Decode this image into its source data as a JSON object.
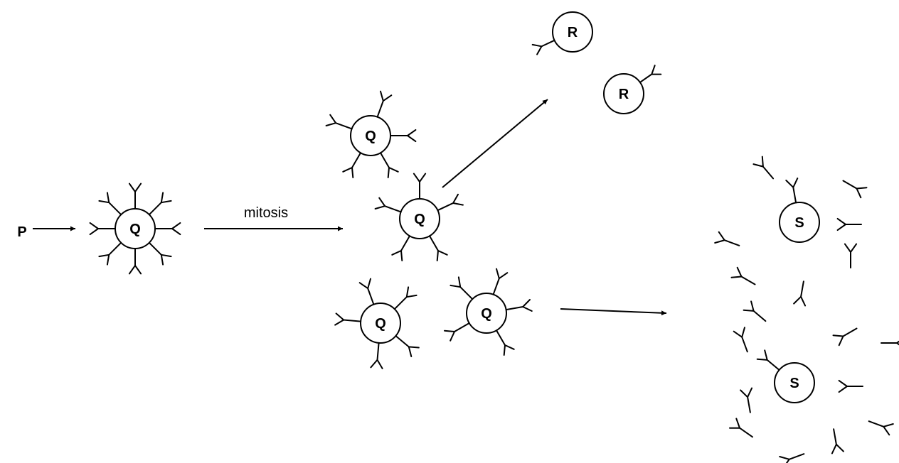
{
  "labels": {
    "p": "P",
    "mitosis": "mitosis",
    "q": "Q",
    "r": "R",
    "s": "S"
  },
  "colors": {
    "stroke": "#000000",
    "background": "#ffffff"
  }
}
